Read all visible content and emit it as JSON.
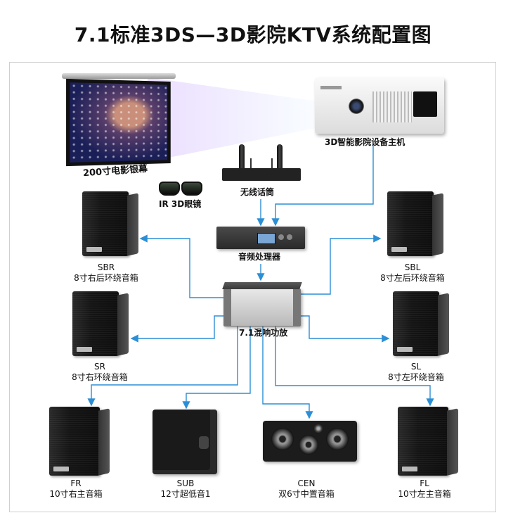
{
  "title": "7.1标准3DS—3D影院KTV系统配置图",
  "devices": {
    "screen": "200寸电影银幕",
    "projector": "3D智能影院设备主机",
    "glasses": "IR  3D眼镜",
    "mic": "无线话筒",
    "processor": "音频处理器",
    "amplifier": "7.1混响功放"
  },
  "speakers": {
    "sbr": {
      "code": "SBR",
      "name": "8寸右后环绕音箱"
    },
    "sbl": {
      "code": "SBL",
      "name": "8寸左后环绕音箱"
    },
    "sr": {
      "code": "SR",
      "name": "8寸右环绕音箱"
    },
    "sl": {
      "code": "SL",
      "name": "8寸左环绕音箱"
    },
    "fr": {
      "code": "FR",
      "name": "10寸右主音箱"
    },
    "sub": {
      "code": "SUB",
      "name": "12寸超低音1"
    },
    "cen": {
      "code": "CEN",
      "name": "双6寸中置音箱"
    },
    "fl": {
      "code": "FL",
      "name": "10寸左主音箱"
    }
  },
  "colors": {
    "wire": "#2c8fd6",
    "frame": "#cfcfcf"
  }
}
